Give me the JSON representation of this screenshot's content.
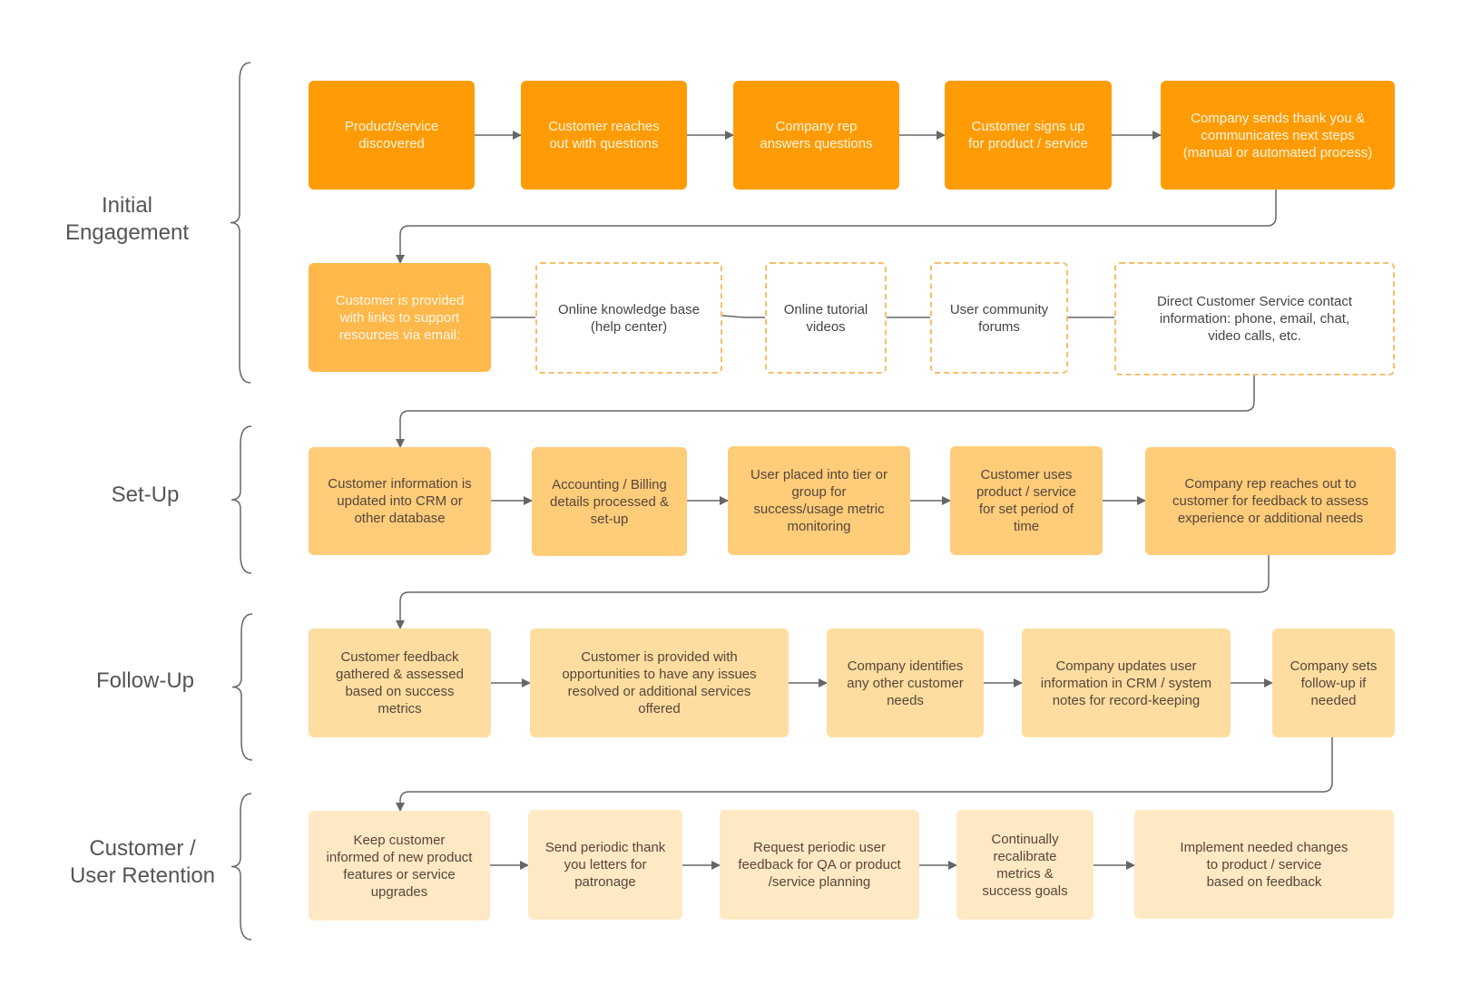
{
  "colors": {
    "initial_engagement": "#FF9C05",
    "support_resources": "#FFB84A",
    "set_up": "#FFCC7A",
    "follow_up": "#FFDDA0",
    "retention": "#FFE9C4",
    "dashed_border": "#F6BE6A",
    "connector": "#666666"
  },
  "phases": [
    {
      "label": "Initial\nEngagement",
      "steps": [
        "Product/service\ndiscovered",
        "Customer reaches\nout with questions",
        "Company rep\nanswers questions",
        "Customer signs up\nfor product / service",
        "Company sends thank you &\ncommunicates next steps\n(manual or automated process)"
      ],
      "resources": {
        "intro": "Customer is provided\nwith links to support\nresources via email:",
        "items": [
          "Online knowledge base\n(help center)",
          "Online tutorial\nvideos",
          "User community\nforums",
          "Direct Customer Service contact\ninformation: phone, email, chat,\nvideo calls, etc."
        ]
      }
    },
    {
      "label": "Set-Up",
      "steps": [
        "Customer information is\nupdated into CRM or\nother database",
        "Accounting / Billing\ndetails processed &\nset-up",
        "User placed into tier or\ngroup for\nsuccess/usage metric\nmonitoring",
        "Customer uses\nproduct / service\nfor set period of\ntime",
        "Company rep reaches out to\ncustomer for feedback to assess\nexperience or additional needs"
      ]
    },
    {
      "label": "Follow-Up",
      "steps": [
        "Customer feedback\ngathered & assessed\nbased on success\nmetrics",
        "Customer is provided with\nopportunities to have any issues\nresolved or additional services\noffered",
        "Company identifies\nany other customer\nneeds",
        "Company updates user\ninformation in CRM / system\nnotes for record-keeping",
        "Company sets\nfollow-up if\nneeded"
      ]
    },
    {
      "label": "Customer /\nUser Retention",
      "steps": [
        "Keep customer\ninformed of new product\nfeatures or service\nupgrades",
        "Send periodic thank\nyou letters for\npatronage",
        "Request periodic user\nfeedback for QA or product\n/service planning",
        "Continually\nrecalibrate\nmetrics &\nsuccess goals",
        "Implement needed changes\nto product / service\nbased on feedback"
      ]
    }
  ]
}
